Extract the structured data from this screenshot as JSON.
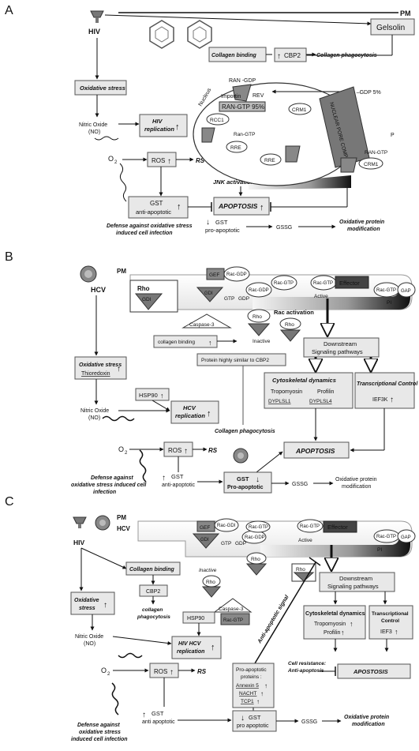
{
  "panels": {
    "A": {
      "letter": "A",
      "pm": "PM",
      "hiv": "HIV",
      "gelsolin": "Gelsolin",
      "collagen_binding": "Collagen binding",
      "cbp2": "CBP2",
      "collagen_phagocytosis": "Collagen phagocytosis",
      "oxidative_stress": "Oxidative stress",
      "nitric_oxide": "Nitric Oxide",
      "no": "(NO)",
      "hiv_replication_1": "HIV",
      "hiv_replication_2": "replication",
      "o2": "O",
      "ros": "ROS",
      "rs": "RS",
      "gst": "GST",
      "anti_apoptotic": "anti-apoptotic",
      "apoptosis": "APOPTOSIS",
      "jnk": "JNK activation",
      "defense_1": "Defense against oxidative stress",
      "defense_2": "induced cell infection",
      "gst_pro": "GST",
      "pro_apoptotic": "pro-apoptotic",
      "gssg": "GSSG",
      "oxidative_mod_1": "Oxidative protein",
      "oxidative_mod_2": "modification",
      "nucleus": "Nucleus",
      "ran_gdp": "RAN -GDP",
      "importin": "Importin",
      "ran_gtp_95": "RAN-GTP 95%",
      "ran_gdp_5": "RAN –GDP 5%",
      "rev": "REV",
      "rcc1": "RCC1",
      "crm1": "CRM1",
      "ran_gtp": "Ran-GTP",
      "rre": "RRE",
      "nuclear_pore": "NUCLEAR PORE COMPLEX",
      "p": "P",
      "ran_gtp_out": "RAN-GTP"
    },
    "B": {
      "letter": "B",
      "pm": "PM",
      "hcv": "HCV",
      "rho": "Rho",
      "gdi": "GDI",
      "gef": "GEF",
      "rac_gdp": "Rac-GDP",
      "gtp": "GTP",
      "gdp": "GDP",
      "rac_gtp": "Rac-GTP",
      "effector": "Effector",
      "active": "Active",
      "gap": "GAP",
      "pi": "PI",
      "caspase3": "Caspase-3",
      "inactive": "Inactive",
      "rac_activation": "Rac activation",
      "collagen_binding": "collagen binding",
      "downstream_1": "Downstream",
      "downstream_2": "Signaling pathways",
      "oxidative_stress": "Oxidative stress",
      "thioredoxin": "Thioredoxin",
      "protein_cbp2": "Protein highly similar to CBP2",
      "hsp90": "HSP90",
      "nitric_oxide": "Nitric Oxide",
      "no": "(NO)",
      "hcv_replication_1": "HCV",
      "hcv_replication_2": "replication",
      "collagen_phagocytosis": "Collagen phagocytosis",
      "cyto_title": "Cytoskeletal dynamics",
      "tropomyosin": "Tropomyosin",
      "profilin": "Profilin",
      "dyplsl1": "DYPLSL1",
      "dyplsl4": "DYPLSL4",
      "transcriptional": "Transcriptional Control",
      "ief3k": "IEF3K",
      "o2": "O",
      "ros": "ROS",
      "rs": "RS",
      "apoptosis": "APOPTOSIS",
      "defense_1": "Defense against",
      "defense_2": "oxidative stress induced cell",
      "defense_3": "infection",
      "gst": "GST",
      "anti_apoptotic": "anti-apoptotic",
      "gst_pro": "GST",
      "pro_apoptotic": "Pro-apoptotic",
      "gssg": "GSSG",
      "oxidative_mod_1": "Oxidative protein",
      "oxidative_mod_2": "modification"
    },
    "C": {
      "letter": "C",
      "pm": "PM",
      "hiv": "HIV",
      "hcv": "HCV",
      "gef": "GEF",
      "rac_gdi": "Rac-GDI",
      "gdi": "GDI",
      "gtp": "GTP",
      "gdp": "GDP",
      "rac_gdp": "Rac-GDP",
      "rac_gtp": "Rac-GTP",
      "effector": "Effector",
      "active": "Active",
      "gap": "GAP",
      "pi": "PI",
      "rho": "Rho",
      "inactive": "Inactive",
      "caspase3": "Caspase-3",
      "collagen_binding": "Collagen binding",
      "cbp2": "CBP2",
      "collagen_phago_1": "collagen",
      "collagen_phago_2": "phagocytosis",
      "hsp90": "HSP90",
      "oxidative_stress_1": "Oxidative",
      "oxidative_stress_2": "stress",
      "nitric_oxide": "Nitric Oxide",
      "no": "(NO)",
      "hiv_hcv_replication_1": "HIV HCV",
      "hiv_hcv_replication_2": "replication",
      "anti_apoptotic_signal": "Anti-apoptotic signal",
      "downstream_1": "Downstream",
      "downstream_2": "Signaling pathways",
      "cyto_title": "Cytoskeletal dynamics",
      "tropomyosin": "Tropomyosin",
      "profilin": "Profilin",
      "transcriptional_1": "Transcriptional",
      "transcriptional_2": "Control",
      "ief3": "IEF3",
      "pro_apoptotic_title_1": "Pro-apoptotic",
      "pro_apoptotic_title_2": "proteins :",
      "annexin": "Annexin 5",
      "nacht": "NACHT",
      "tcp1": "TCP1",
      "cell_resistance_1": "Cell resistance:",
      "cell_resistance_2": "Anti-apoptosis",
      "apostosis": "APOSTOSIS",
      "o2": "O",
      "ros": "ROS",
      "rs": "RS",
      "defense_1": "Defense against",
      "defense_2": "oxidative stress",
      "defense_3": "induced cell infection",
      "gst": "GST",
      "anti_apoptotic": "anti apoptotic",
      "gst_pro": "GST",
      "pro_apoptotic": "pro apoptotic",
      "gssg": "GSSG",
      "oxidative_mod_1": "Oxidative protein",
      "oxidative_mod_2": "modification"
    }
  }
}
